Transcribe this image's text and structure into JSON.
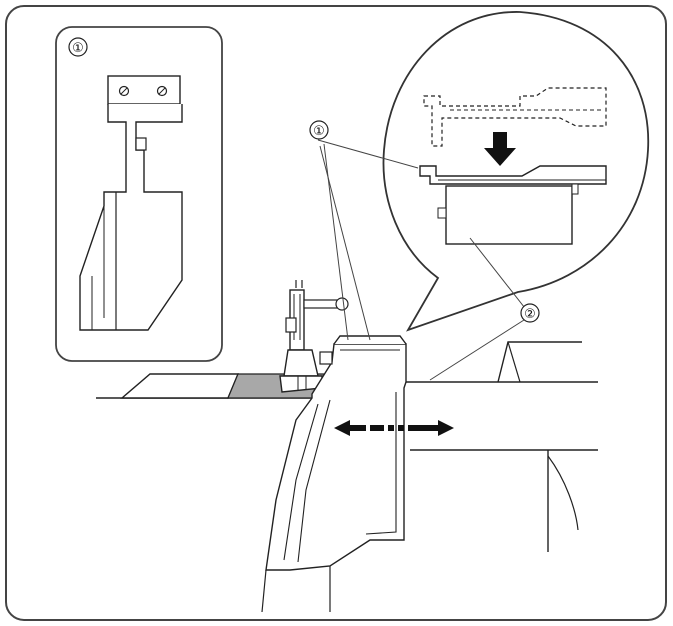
{
  "labels": {
    "inset_marker": "①",
    "callout_marker_1": "①",
    "callout_marker_2": "②"
  },
  "colors": {
    "line": "#222222",
    "fabric": "#a8a8a8",
    "frame": "#444444",
    "inset_bg": "#ffffff"
  },
  "icons": {
    "movement_arrow": "double-headed-horizontal-arrow",
    "down_arrow": "down-arrow"
  }
}
